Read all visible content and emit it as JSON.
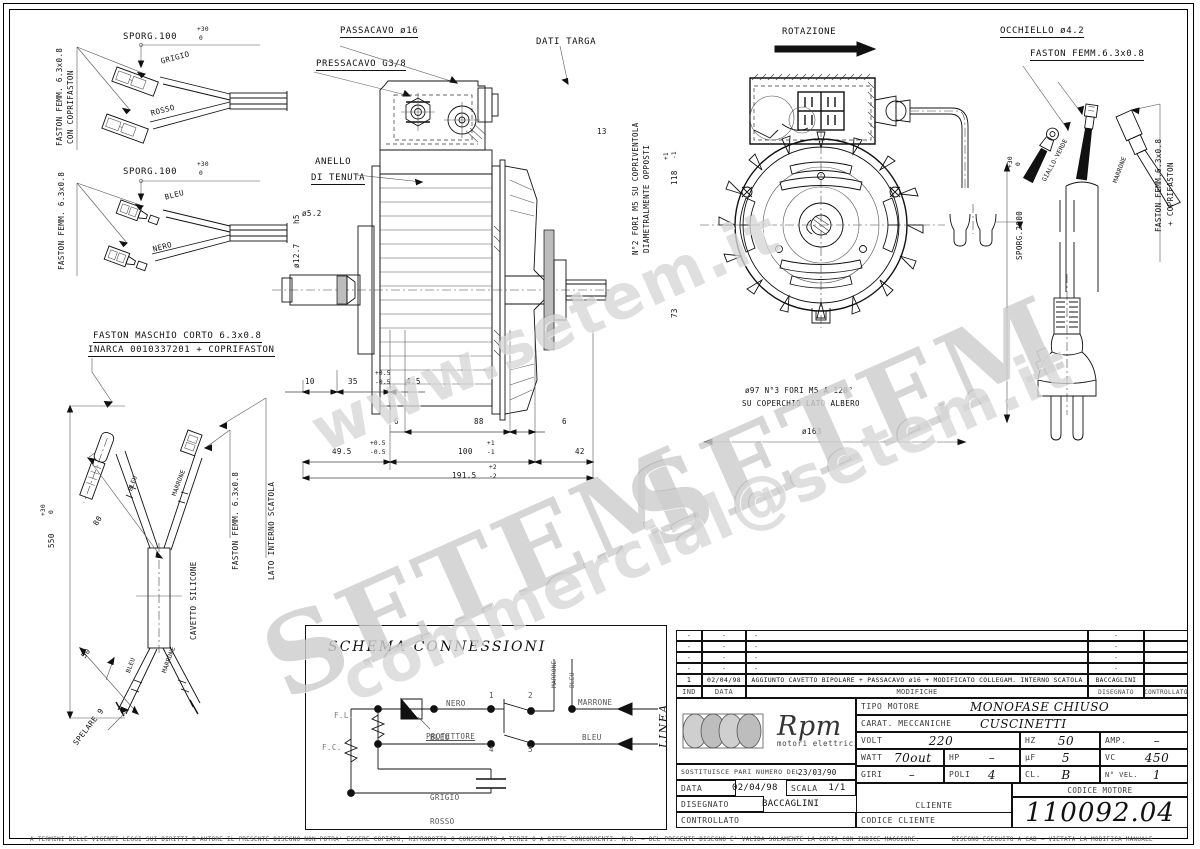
{
  "drawing": {
    "title_top_labels": {
      "passacavo": "PASSACAVO ø16",
      "pressacavo": "PRESSACAVO G3/8",
      "dati_targa": "DATI TARGA",
      "rotazione": "ROTAZIONE",
      "occhiello": "OCCHIELLO ø4.2",
      "faston_femm": "FASTON FEMM.6.3x0.8",
      "anello_line1": "ANELLO",
      "anello_line2": "DI TENUTA"
    },
    "detail_top_left": {
      "sporg_a": "SPORG.100",
      "sporg_a_tol_up": "+30",
      "sporg_a_tol_lo": "0",
      "sporg_b": "SPORG.100",
      "sporg_b_tol_up": "+30",
      "sporg_b_tol_lo": "0",
      "faston_a_line1": "FASTON FEMM. 6.3x0.8",
      "faston_a_line2": "CON COPRIFASTON",
      "faston_b_line1": "FASTON FEMM. 6.3x0.8",
      "wire_grigio": "GRIGIO",
      "wire_rosso": "ROSSO",
      "wire_bleu": "BLEU",
      "wire_nero": "NERO"
    },
    "detail_bottom_left": {
      "title": "FASTON MASCHIO CORTO 6.3x0.8",
      "subtitle": "INARCA 0010337201 + COPRIFASTON",
      "dim_total": "550",
      "dim_total_tol_up": "+30",
      "dim_total_tol_lo": "0",
      "dim_80": "80",
      "dim_50": "50",
      "spelare": "SPELARE 9",
      "cavetto": "CAVETTO SILICONE",
      "faston_femm": "FASTON FEMM. 6.3x0.8",
      "lato_interno": "LATO INTERNO SCATOLA",
      "wire_marrone_top": "MARRONE",
      "wire_bleu_top": "BLEU",
      "wire_bleu_bot": "BLEU",
      "wire_marrone_bot": "MARRONE"
    },
    "detail_right": {
      "sporg_2000": "SPORG.2000",
      "sporg_2000_tol_up": "+30",
      "sporg_2000_tol_lo": "0",
      "wire_giallo_verde": "GIALLO-VERDE",
      "wire_bleu": "BLEU",
      "wire_marrone": "MARRONE",
      "faston_coprifaston_line1": "FASTON FEMM.6.3x0.8",
      "faston_coprifaston_line2": "+ COPRIFASTON"
    },
    "dimensions": {
      "d_10": "10",
      "d_35": "35",
      "d_35_tol_up": "+0.5",
      "d_35_tol_lo": "-0.5",
      "d_45": "4.5",
      "d_6a": "6",
      "d_88": "88",
      "d_6b": "6",
      "d_495": "49.5",
      "d_495_tol_up": "+0.5",
      "d_495_tol_lo": "-0.5",
      "d_100": "100",
      "d_100_tol_up": "+1",
      "d_100_tol_lo": "-1",
      "d_42": "42",
      "d_1915": "191.5",
      "d_1915_tol_up": "+2",
      "d_1915_tol_lo": "-2",
      "d_13": "13",
      "d_118": "118",
      "d_118_tol_up": "+1",
      "d_118_tol_lo": "-1",
      "d_73": "73",
      "d_d52": "ø5.2",
      "d_d127": "ø12.7",
      "d_h5": "h5",
      "note_fori_m5_line1": "N°2 FORI M5 SU COPRIVENTOLA",
      "note_fori_m5_line2": "DIAMETRALMENTE OPPOSTI",
      "note_fori_line1": "ø97 N°3 FORI M5 A 120°",
      "note_fori_line2": "SU COPERCHIO LATO ALBERO",
      "d_d163": "ø163"
    }
  },
  "schema": {
    "title": "SCHEMA CONNESSIONI",
    "linea": "LINEA",
    "labels": {
      "nero": "NERO",
      "protettore": "PROTETTORE",
      "bleu_left": "BLEU",
      "grigio": "GRIGIO",
      "rosso": "ROSSO",
      "marrone_vert": "MARRONE",
      "bleu_vert": "BLEU",
      "marrone_right": "MARRONE",
      "bleu_right": "BLEU",
      "fl": "F.L.",
      "fc": "F.C."
    },
    "terminals": [
      "1",
      "2",
      "4",
      "5"
    ]
  },
  "revisions": {
    "headers": {
      "ind": "IND",
      "data": "DATA",
      "modifiche": "MODIFICHE",
      "disegnato": "DISEGNATO",
      "controllato": "CONTROLLATO"
    },
    "rows": [
      {
        "ind": "1",
        "data": "02/04/98",
        "modifiche": "AGGIUNTO CAVETTO BIPOLARE + PASSACAVO ø16 + MODIFICATO COLLEGAM. INTERNO SCATOLA",
        "disegnato": "BACCAGLINI",
        "controllato": ""
      },
      {
        "ind": "-",
        "data": "-",
        "modifiche": "-",
        "disegnato": "-",
        "controllato": ""
      },
      {
        "ind": "-",
        "data": "-",
        "modifiche": "-",
        "disegnato": "-",
        "controllato": ""
      },
      {
        "ind": "-",
        "data": "-",
        "modifiche": "-",
        "disegnato": "-",
        "controllato": ""
      },
      {
        "ind": "-",
        "data": "-",
        "modifiche": "-",
        "disegnato": "-",
        "controllato": ""
      }
    ]
  },
  "titleblock": {
    "company_name": "Rpm",
    "company_sub": "motori elettrici",
    "tipo_motore_label": "TIPO MOTORE",
    "tipo_motore_value": "MONOFASE CHIUSO",
    "carat_label": "CARAT. MECCANICHE",
    "carat_value": "CUSCINETTI",
    "volt_label": "VOLT",
    "volt_value": "220",
    "hz_label": "HZ",
    "hz_value": "50",
    "amp_label": "AMP.",
    "amp_value": "–",
    "watt_label": "WATT",
    "watt_value": "70out",
    "hp_label": "HP",
    "hp_value": "–",
    "uf_label": "µF",
    "uf_value": "5",
    "vc_label": "VC",
    "vc_value": "450",
    "sostituisce_label": "SOSTITUISCE PARI NUMERO DEL",
    "sostituisce_value": "23/03/90",
    "giri_label": "GIRI",
    "giri_value": "–",
    "poli_label": "POLI",
    "poli_value": "4",
    "cl_label": "CL.",
    "cl_value": "B",
    "nvel_label": "N° VEL.",
    "nvel_value": "1",
    "data_label": "DATA",
    "data_value": "02/04/98",
    "scala_label": "SCALA",
    "scala_value": "1/1",
    "cliente_label": "CLIENTE",
    "codice_motore_label": "CODICE MOTORE",
    "codice_motore_value": "110092.04",
    "disegnato_label": "DISEGNATO",
    "disegnato_value": "BACCAGLINI",
    "controllato_label": "CONTROLLATO",
    "codice_cliente_label": "CODICE CLIENTE"
  },
  "legal": {
    "left": "A TERMINI DELLE VIGENTI LEGGI SUI DIRITTI D'AUTORE IL PRESENTE DISEGNO NON POTRA' ESSERE COPIATO, RIPRODOTTO O CONSEGNATO A TERZI O A DITTE CONCORRENTI.",
    "right_a": "N.B. – DEL PRESENTE DISEGNO E' VALIDA SOLAMENTE LA COPIA CON INDICE MAGGIORE.",
    "right_b": "DISEGNO ESEGUITO A CAD – VIETATA LA MODIFICA MANUALE"
  },
  "watermarks": {
    "url": "www.setem.it",
    "brand": "SETEM",
    "email": "commercial@setem.it"
  },
  "colors": {
    "ink": "#111111",
    "paper": "#ffffff",
    "dim": "#444444",
    "watermark": "#787878"
  }
}
